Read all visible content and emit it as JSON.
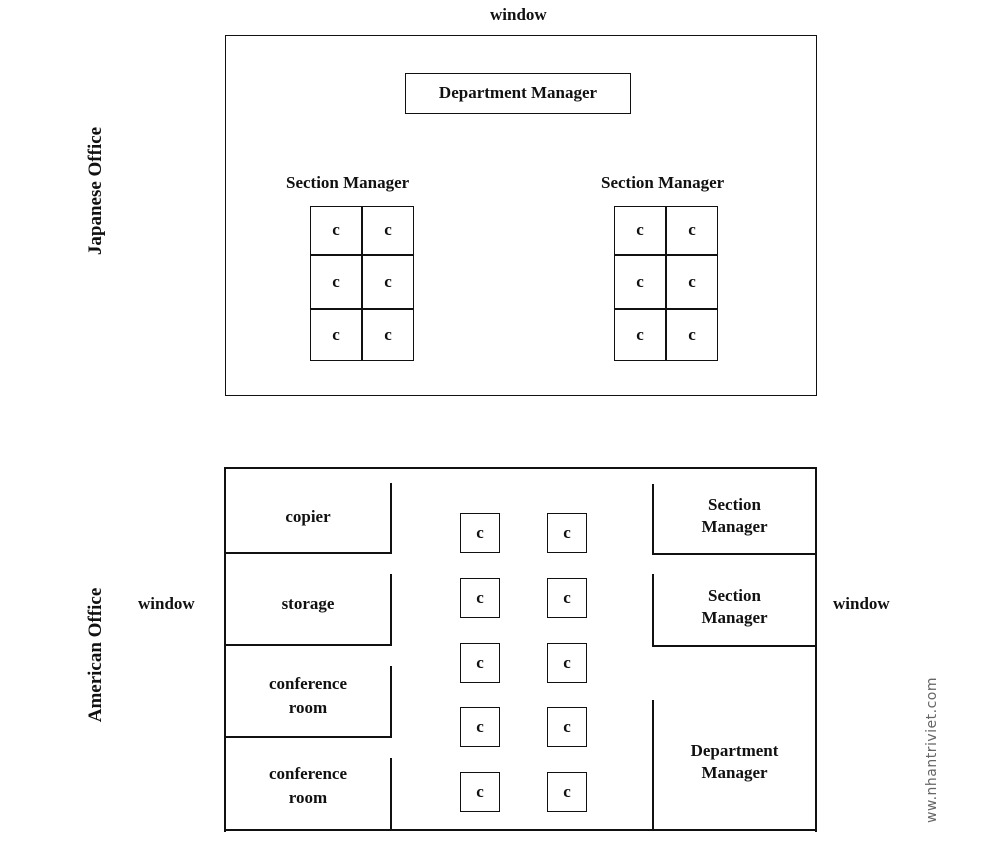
{
  "top_window": "window",
  "japanese": {
    "label": "Japanese Office",
    "dept_manager": "Department Manager",
    "section_left": "Section Manager",
    "section_right": "Section Manager",
    "cell": "c"
  },
  "american": {
    "label": "American Office",
    "window_left": "window",
    "window_right": "window",
    "copier": "copier",
    "storage": "storage",
    "conf1_line1": "conference",
    "conf1_line2": "room",
    "conf2_line1": "conference",
    "conf2_line2": "room",
    "sm1_line1": "Section",
    "sm1_line2": "Manager",
    "sm2_line1": "Section",
    "sm2_line2": "Manager",
    "dm_line1": "Department",
    "dm_line2": "Manager",
    "cell": "c"
  },
  "watermark": "ww.nhantriviet.com"
}
